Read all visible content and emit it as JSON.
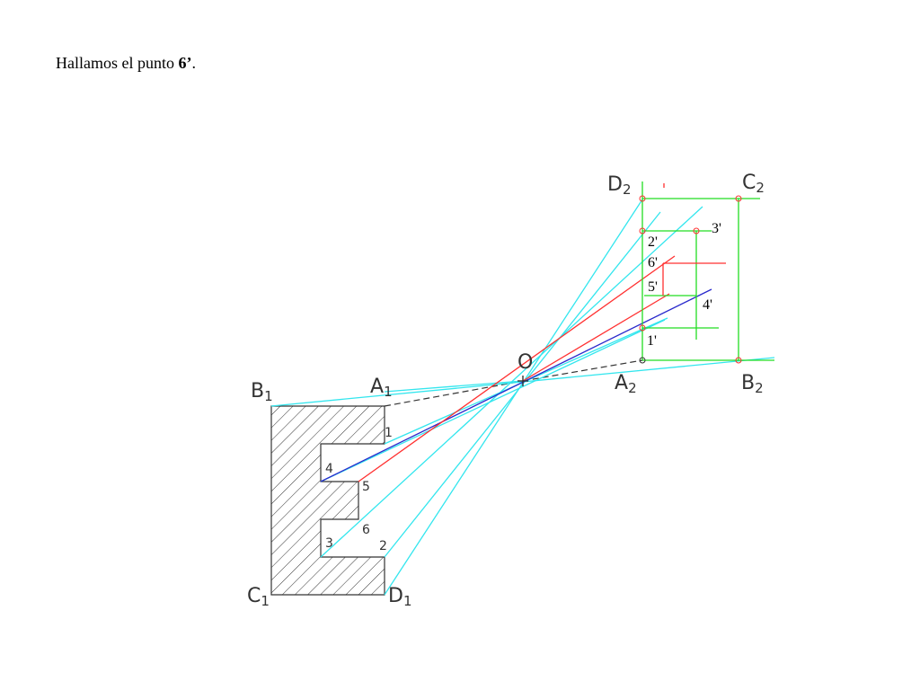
{
  "caption": {
    "text": "Hallamos el punto ",
    "bold": "6’",
    "end": "."
  },
  "labels": {
    "B1": "B",
    "B1_sub": "1",
    "A1": "A",
    "A1_sub": "1",
    "C1": "C",
    "C1_sub": "1",
    "D1": "D",
    "D1_sub": "1",
    "O": "O",
    "A2": "A",
    "A2_sub": "2",
    "B2": "B",
    "B2_sub": "2",
    "C2": "C",
    "C2_sub": "2",
    "D2": "D",
    "D2_sub": "2",
    "n1": "1",
    "n2": "2",
    "n3": "3",
    "n4": "4",
    "n5": "5",
    "n6": "6",
    "p1": "1'",
    "p2": "2'",
    "p3": "3'",
    "p4": "4'",
    "p5": "5'",
    "p6": "6'"
  },
  "colors": {
    "cyan": "#33e6ee",
    "green": "#22dd22",
    "red": "#ff3030",
    "blue": "#2a2acc",
    "dark": "#333333",
    "hatch": "#333333"
  }
}
